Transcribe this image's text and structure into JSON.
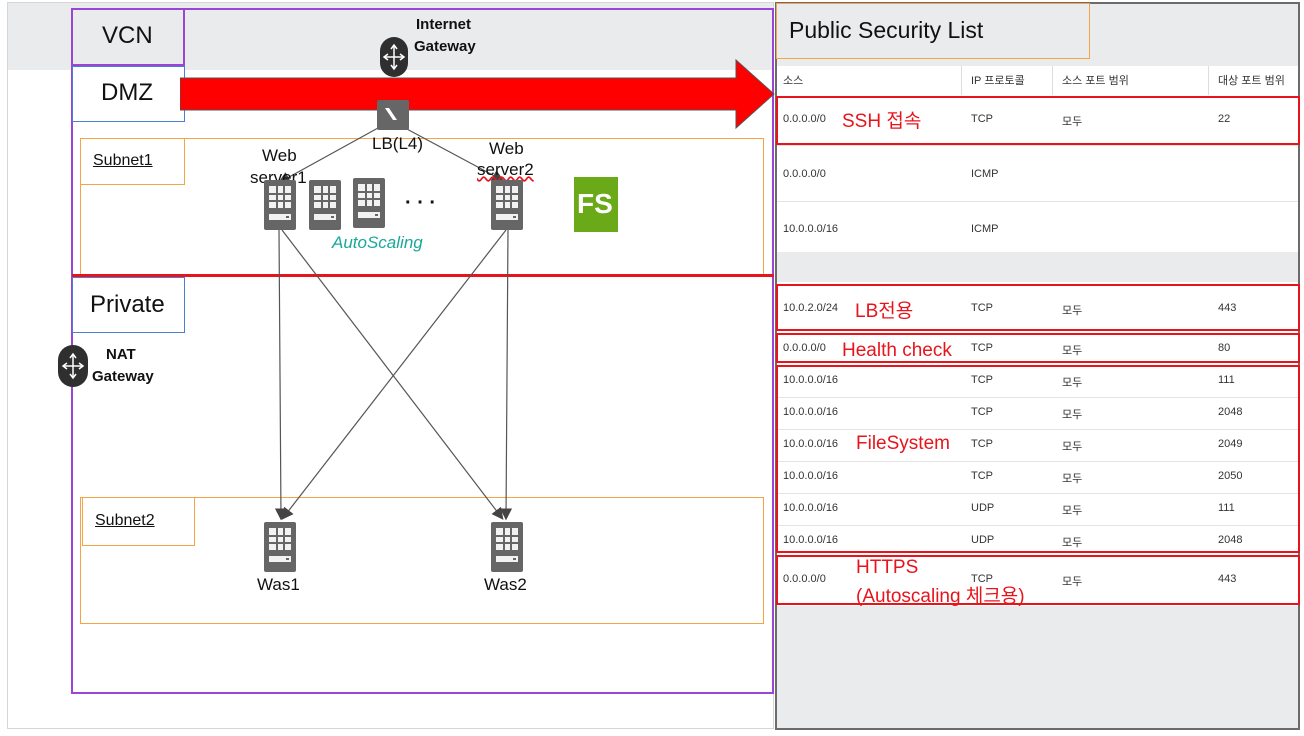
{
  "diagram": {
    "vcn_label": "VCN",
    "dmz_label": "DMZ",
    "private_label": "Private",
    "subnet1_label": "Subnet1",
    "subnet2_label": "Subnet2",
    "internet_gateway_label_line1": "Internet",
    "internet_gateway_label_line2": "Gateway",
    "nat_gateway_label_line1": "NAT",
    "nat_gateway_label_line2": "Gateway",
    "lb_label": "LB(L4)",
    "web1_label_line1": "Web",
    "web1_label_line2": "server1",
    "web2_label_line1": "Web",
    "web2_label_line2": "server2",
    "ellipsis": "· · ·",
    "autoscaling_label": "AutoScaling",
    "fs_badge": "FS",
    "was1_label": "Was1",
    "was2_label": "Was2",
    "colors": {
      "arrow_red": "#ff0000",
      "vcn_purple": "#9a45d6",
      "subnet_orange": "#f4a445",
      "label_blue": "#4a7fd4",
      "fs_green": "#6aa918",
      "autoscaling_teal": "#1aa89a"
    }
  },
  "security_list": {
    "title": "Public Security List",
    "headers": [
      "소스",
      "IP 프로토콜",
      "소스 포트 범위",
      "대상 포트 범위"
    ],
    "rows": [
      {
        "source": "0.0.0.0/0",
        "protocol": "TCP",
        "src_port": "모두",
        "dst_port": "22"
      },
      {
        "source": "0.0.0.0/0",
        "protocol": "ICMP",
        "src_port": "",
        "dst_port": ""
      },
      {
        "source": "10.0.0.0/16",
        "protocol": "ICMP",
        "src_port": "",
        "dst_port": ""
      },
      {
        "source": "10.0.2.0/24",
        "protocol": "TCP",
        "src_port": "모두",
        "dst_port": "443"
      },
      {
        "source": "0.0.0.0/0",
        "protocol": "TCP",
        "src_port": "모두",
        "dst_port": "80"
      },
      {
        "source": "10.0.0.0/16",
        "protocol": "TCP",
        "src_port": "모두",
        "dst_port": "111"
      },
      {
        "source": "10.0.0.0/16",
        "protocol": "TCP",
        "src_port": "모두",
        "dst_port": "2048"
      },
      {
        "source": "10.0.0.0/16",
        "protocol": "TCP",
        "src_port": "모두",
        "dst_port": "2049"
      },
      {
        "source": "10.0.0.0/16",
        "protocol": "TCP",
        "src_port": "모두",
        "dst_port": "2050"
      },
      {
        "source": "10.0.0.0/16",
        "protocol": "UDP",
        "src_port": "모두",
        "dst_port": "111"
      },
      {
        "source": "10.0.0.0/16",
        "protocol": "UDP",
        "src_port": "모두",
        "dst_port": "2048"
      },
      {
        "source": "0.0.0.0/0",
        "protocol": "TCP",
        "src_port": "모두",
        "dst_port": "443"
      }
    ],
    "annotations": {
      "ssh": "SSH 접속",
      "lb_only": "LB전용",
      "health_check": "Health check",
      "filesystem": "FileSystem",
      "https_line1": "HTTPS",
      "https_line2": "(Autoscaling 체크용)"
    }
  }
}
